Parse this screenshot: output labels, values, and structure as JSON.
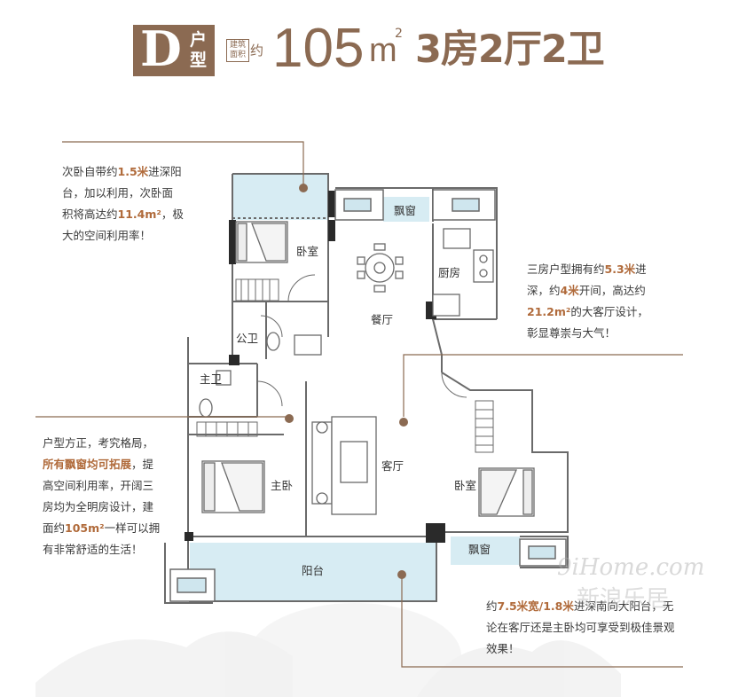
{
  "header": {
    "badge_letter": "D",
    "badge_type": "户型",
    "area_label": "建筑面积",
    "approx": "约",
    "area_value": "105",
    "area_unit": "m",
    "area_sup": "2",
    "layout": "3房2厅2卫"
  },
  "rooms": {
    "bedroom_top": "卧室",
    "bay_window_top": "飘窗",
    "kitchen": "厨房",
    "dining": "餐厅",
    "public_bath": "公卫",
    "master_bath": "主卫",
    "living": "客厅",
    "master_bed": "主卧",
    "bedroom_right": "卧室",
    "bay_window_right": "飘窗",
    "balcony": "阳台"
  },
  "notes": {
    "top_left": {
      "l1a": "次卧自带约",
      "l1b": "1.5米",
      "l1c": "进深阳",
      "l2": "台，加以利用，次卧面",
      "l3a": "积将高达约",
      "l3b": "11.4m²",
      "l3c": "，极",
      "l4": "大的空间利用率！"
    },
    "right": {
      "l1a": "三房户型拥有约",
      "l1b": "5.3米",
      "l1c": "进",
      "l2a": "深，约",
      "l2b": "4米",
      "l2c": "开间，高达约",
      "l3a": "21.2m²",
      "l3b": "的大客厅设计，",
      "l4": "彰显尊崇与大气！"
    },
    "left": {
      "l1": "户型方正，考究格局，",
      "l2a": "所有飘窗均可拓展",
      "l2b": "，提",
      "l3": "高空间利用率，开阔三",
      "l4": "房均为全明房设计，建",
      "l5a": "面约",
      "l5b": "105m²",
      "l5c": "一样可以拥",
      "l6": "有非常舒适的生活！"
    },
    "bottom_right": {
      "l1a": "约",
      "l1b": "7.5米宽/1.8米",
      "l1c": "进深南向大阳台，无",
      "l2": "论在客厅还是主卧均可享受到极佳景观",
      "l3": "效果！"
    }
  },
  "watermark": {
    "line1": "9iHome.com",
    "line2": "新浪乐居"
  },
  "colors": {
    "brand": "#8b6a52",
    "accent": "#b06a3a",
    "wall": "#2a2a2a",
    "balcony": "#d7ecf3"
  }
}
